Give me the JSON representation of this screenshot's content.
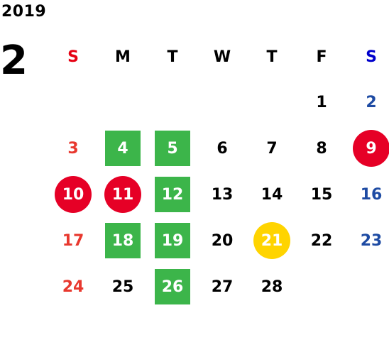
{
  "calendar": {
    "year": "2019",
    "month": "2",
    "weekdays": [
      {
        "label": "S",
        "color": "#e60012"
      },
      {
        "label": "M",
        "color": "#000000"
      },
      {
        "label": "T",
        "color": "#000000"
      },
      {
        "label": "W",
        "color": "#000000"
      },
      {
        "label": "T",
        "color": "#000000"
      },
      {
        "label": "F",
        "color": "#000000"
      },
      {
        "label": "S",
        "color": "#0000cc"
      }
    ],
    "first_weekday_index": 5,
    "colors": {
      "sunday": "#e8382e",
      "saturday": "#1e4ba3",
      "weekday": "#000000",
      "holiday_circle": "#e60026",
      "closed_square": "#3cb54a",
      "event_circle": "#ffd400",
      "highlight_text": "#ffffff"
    },
    "days": [
      {
        "day": "1"
      },
      {
        "day": "2"
      },
      {
        "day": "3"
      },
      {
        "day": "4",
        "mark": "closed_square"
      },
      {
        "day": "5",
        "mark": "closed_square"
      },
      {
        "day": "6"
      },
      {
        "day": "7"
      },
      {
        "day": "8"
      },
      {
        "day": "9",
        "mark": "holiday_circle"
      },
      {
        "day": "10",
        "mark": "holiday_circle"
      },
      {
        "day": "11",
        "mark": "holiday_circle"
      },
      {
        "day": "12",
        "mark": "closed_square"
      },
      {
        "day": "13"
      },
      {
        "day": "14"
      },
      {
        "day": "15"
      },
      {
        "day": "16"
      },
      {
        "day": "17"
      },
      {
        "day": "18",
        "mark": "closed_square"
      },
      {
        "day": "19",
        "mark": "closed_square"
      },
      {
        "day": "20"
      },
      {
        "day": "21",
        "mark": "event_circle"
      },
      {
        "day": "22"
      },
      {
        "day": "23"
      },
      {
        "day": "24"
      },
      {
        "day": "25"
      },
      {
        "day": "26",
        "mark": "closed_square"
      },
      {
        "day": "27"
      },
      {
        "day": "28"
      }
    ]
  }
}
